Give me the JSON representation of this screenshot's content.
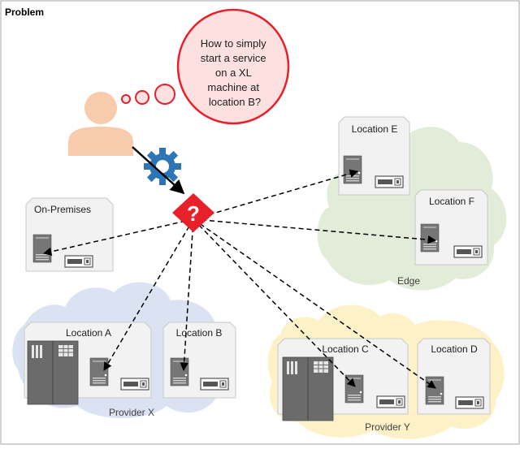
{
  "frame": {
    "title": "Problem"
  },
  "thought": {
    "lines": [
      "How to simply",
      "start a service",
      "on a XL",
      "machine at",
      "location B?"
    ],
    "fill": "#fde0e0",
    "stroke": "#e8202a"
  },
  "colors": {
    "cloud_edge": "#e2ecd8",
    "cloud_provider_x": "#dbe3f3",
    "cloud_provider_y": "#fdf1c8",
    "box_fill": "#f2f2f2",
    "box_stroke": "#c8c8c8",
    "person": "#f8cbad",
    "gear": "#2e75b6",
    "hub": "#e8202a",
    "server_dark": "#767676",
    "dashed_line": "#000000"
  },
  "clouds": {
    "edge": "Edge",
    "provider_x": "Provider X",
    "provider_y": "Provider Y"
  },
  "locations": {
    "on_premises": "On-Premises",
    "a": "Location A",
    "b": "Location B",
    "c": "Location C",
    "d": "Location D",
    "e": "Location E",
    "f": "Location F"
  },
  "hub": {
    "symbol": "?",
    "icon": "question-diamond-icon"
  },
  "orchestrator": {
    "icon": "gear-icon"
  },
  "user": {
    "icon": "person-icon"
  }
}
